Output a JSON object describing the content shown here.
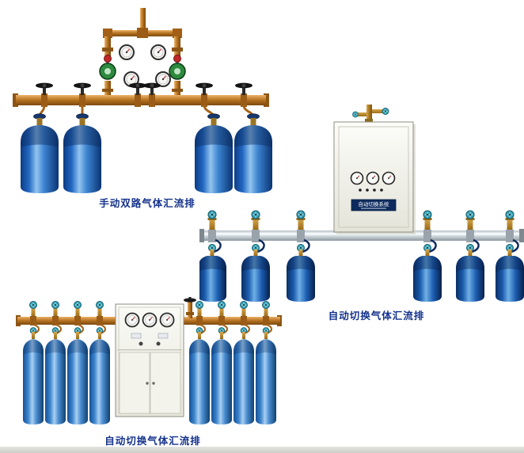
{
  "page": {
    "background": "#ffffff"
  },
  "products": [
    {
      "id": "manual-dual-manifold",
      "caption": "手动双路气体汇流排",
      "cylinder_count": 4
    },
    {
      "id": "auto-switch-manifold-right",
      "caption": "自动切换气体汇流排",
      "cabinet_label": "自动切换系统",
      "cylinder_count": 6
    },
    {
      "id": "auto-switch-manifold-bottom",
      "caption": "自动切换气体汇流排",
      "cylinder_count": 8
    }
  ],
  "colors": {
    "caption_text": "#14328c",
    "cylinder_blue": "#2268c2",
    "brass_pipe": "#b4711f",
    "cabinet_body": "#f2f2ea",
    "valve_teal": "#3aa3b8"
  }
}
